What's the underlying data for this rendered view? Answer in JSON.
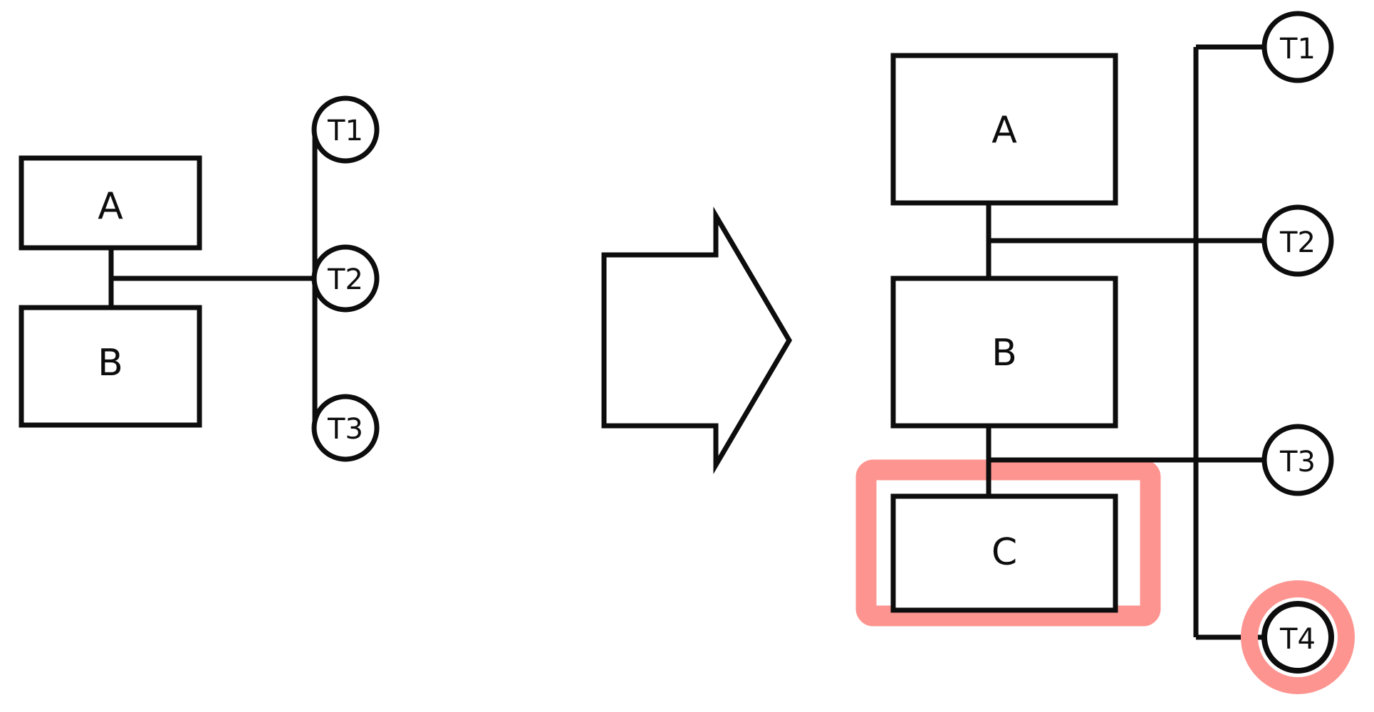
{
  "diagram": {
    "type": "before-after-block-diagram",
    "title": "",
    "background_color": "#ffffff",
    "stroke_color": "#0d0d0d",
    "highlight_color": "#fd9490",
    "transition_icon": "right-arrow-icon",
    "panels": [
      {
        "id": "before",
        "name": "before-panel",
        "blocks": [
          {
            "id": "A",
            "label": "A",
            "highlighted": false
          },
          {
            "id": "B",
            "label": "B",
            "highlighted": false
          }
        ],
        "terminals": [
          {
            "id": "T1",
            "label": "T1",
            "highlighted": false
          },
          {
            "id": "T2",
            "label": "T2",
            "highlighted": false
          },
          {
            "id": "T3",
            "label": "T3",
            "highlighted": false
          }
        ],
        "connections": [
          {
            "from": "A",
            "to": "B"
          },
          {
            "from": "bus",
            "to": "T1"
          },
          {
            "from": "bus",
            "to": "T2"
          },
          {
            "from": "bus",
            "to": "T3"
          },
          {
            "from": "A-B-junction",
            "to": "bus"
          }
        ]
      },
      {
        "id": "after",
        "name": "after-panel",
        "blocks": [
          {
            "id": "A",
            "label": "A",
            "highlighted": false
          },
          {
            "id": "B",
            "label": "B",
            "highlighted": false
          },
          {
            "id": "C",
            "label": "C",
            "highlighted": true
          }
        ],
        "terminals": [
          {
            "id": "T1",
            "label": "T1",
            "highlighted": false
          },
          {
            "id": "T2",
            "label": "T2",
            "highlighted": false
          },
          {
            "id": "T3",
            "label": "T3",
            "highlighted": false
          },
          {
            "id": "T4",
            "label": "T4",
            "highlighted": true
          }
        ],
        "connections": [
          {
            "from": "A",
            "to": "B"
          },
          {
            "from": "B",
            "to": "C"
          },
          {
            "from": "bus",
            "to": "T1"
          },
          {
            "from": "bus",
            "to": "T2"
          },
          {
            "from": "bus",
            "to": "T3"
          },
          {
            "from": "bus",
            "to": "T4"
          },
          {
            "from": "A-B-junction",
            "to": "bus"
          },
          {
            "from": "B-C-junction",
            "to": "bus"
          }
        ]
      }
    ]
  }
}
